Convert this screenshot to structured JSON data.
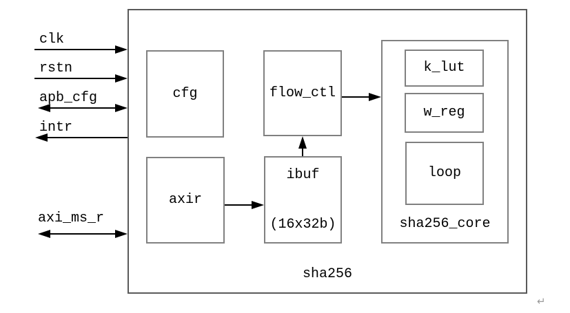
{
  "diagram": {
    "outer_label": "sha256",
    "blocks": {
      "cfg": {
        "label": "cfg"
      },
      "flow_ctl": {
        "label": "flow_ctl"
      },
      "axir": {
        "label": "axir"
      },
      "ibuf": {
        "label": "ibuf",
        "sublabel": "(16x32b)"
      },
      "sha256_core": {
        "label": "sha256_core",
        "children": {
          "k_lut": {
            "label": "k_lut"
          },
          "w_reg": {
            "label": "w_reg"
          },
          "loop": {
            "label": "loop"
          }
        }
      }
    },
    "signals": [
      {
        "label": "clk",
        "direction": "input"
      },
      {
        "label": "rstn",
        "direction": "input"
      },
      {
        "label": "apb_cfg",
        "direction": "bidirectional"
      },
      {
        "label": "intr",
        "direction": "output"
      },
      {
        "label": "axi_ms_r",
        "direction": "bidirectional"
      }
    ],
    "connections": [
      {
        "from": "axir",
        "to": "ibuf"
      },
      {
        "from": "ibuf",
        "to": "flow_ctl"
      },
      {
        "from": "flow_ctl",
        "to": "sha256_core"
      }
    ],
    "paragraph_mark": "↵"
  },
  "colors": {
    "background": "#ffffff",
    "outer_border": "#595959",
    "block_border": "#808080",
    "arrow": "#000000",
    "text": "#000000",
    "paragraph_mark": "#9a9a9a"
  }
}
